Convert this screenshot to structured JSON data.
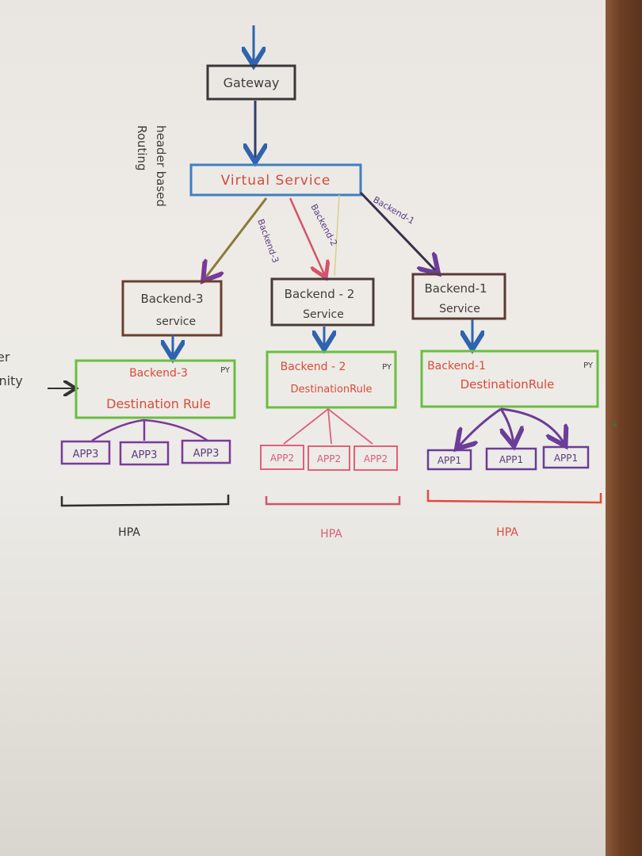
{
  "diagram": {
    "gateway": "Gateway",
    "virtual_service": "Virtual Service",
    "header_routing": [
      "header based",
      "Routing"
    ],
    "left_fragment": [
      "er",
      "inity"
    ],
    "edges": {
      "b3": "Backend-3",
      "b2": "Backend-2",
      "b1": "Backend-1"
    },
    "services": {
      "s3": [
        "Backend-3",
        "service"
      ],
      "s2": [
        "Backend - 2",
        "Service"
      ],
      "s1": [
        "Backend-1",
        "Service"
      ]
    },
    "destination_rules": {
      "d3": [
        "Backend-3",
        "Destination Rule",
        "PY"
      ],
      "d2": [
        "Backend - 2",
        "DestinationRule",
        "PY"
      ],
      "d1": [
        "Backend-1",
        "DestinationRule",
        "PY"
      ]
    },
    "apps": {
      "a3": [
        "APP3",
        "APP3",
        "APP3"
      ],
      "a2": [
        "APP2",
        "APP2",
        "APP2"
      ],
      "a1": [
        "APP1",
        "APP1",
        "APP1"
      ]
    },
    "hpa": [
      "HPA",
      "HPA",
      "HPA"
    ]
  },
  "colors": {
    "gateway_box": "#3a3838",
    "virtual_service_box": "#3f7fc2",
    "service_box": "#6a4030",
    "destination_box": "#6bbd42",
    "arrow_blue": "#2f63b0",
    "app3": "#7a3a9a",
    "app2": "#e0607a",
    "app1": "#6a3d98",
    "edge_b3": "#8a7a3a",
    "edge_b2": "#d2546b",
    "edge_b1": "#3a2f4a"
  }
}
